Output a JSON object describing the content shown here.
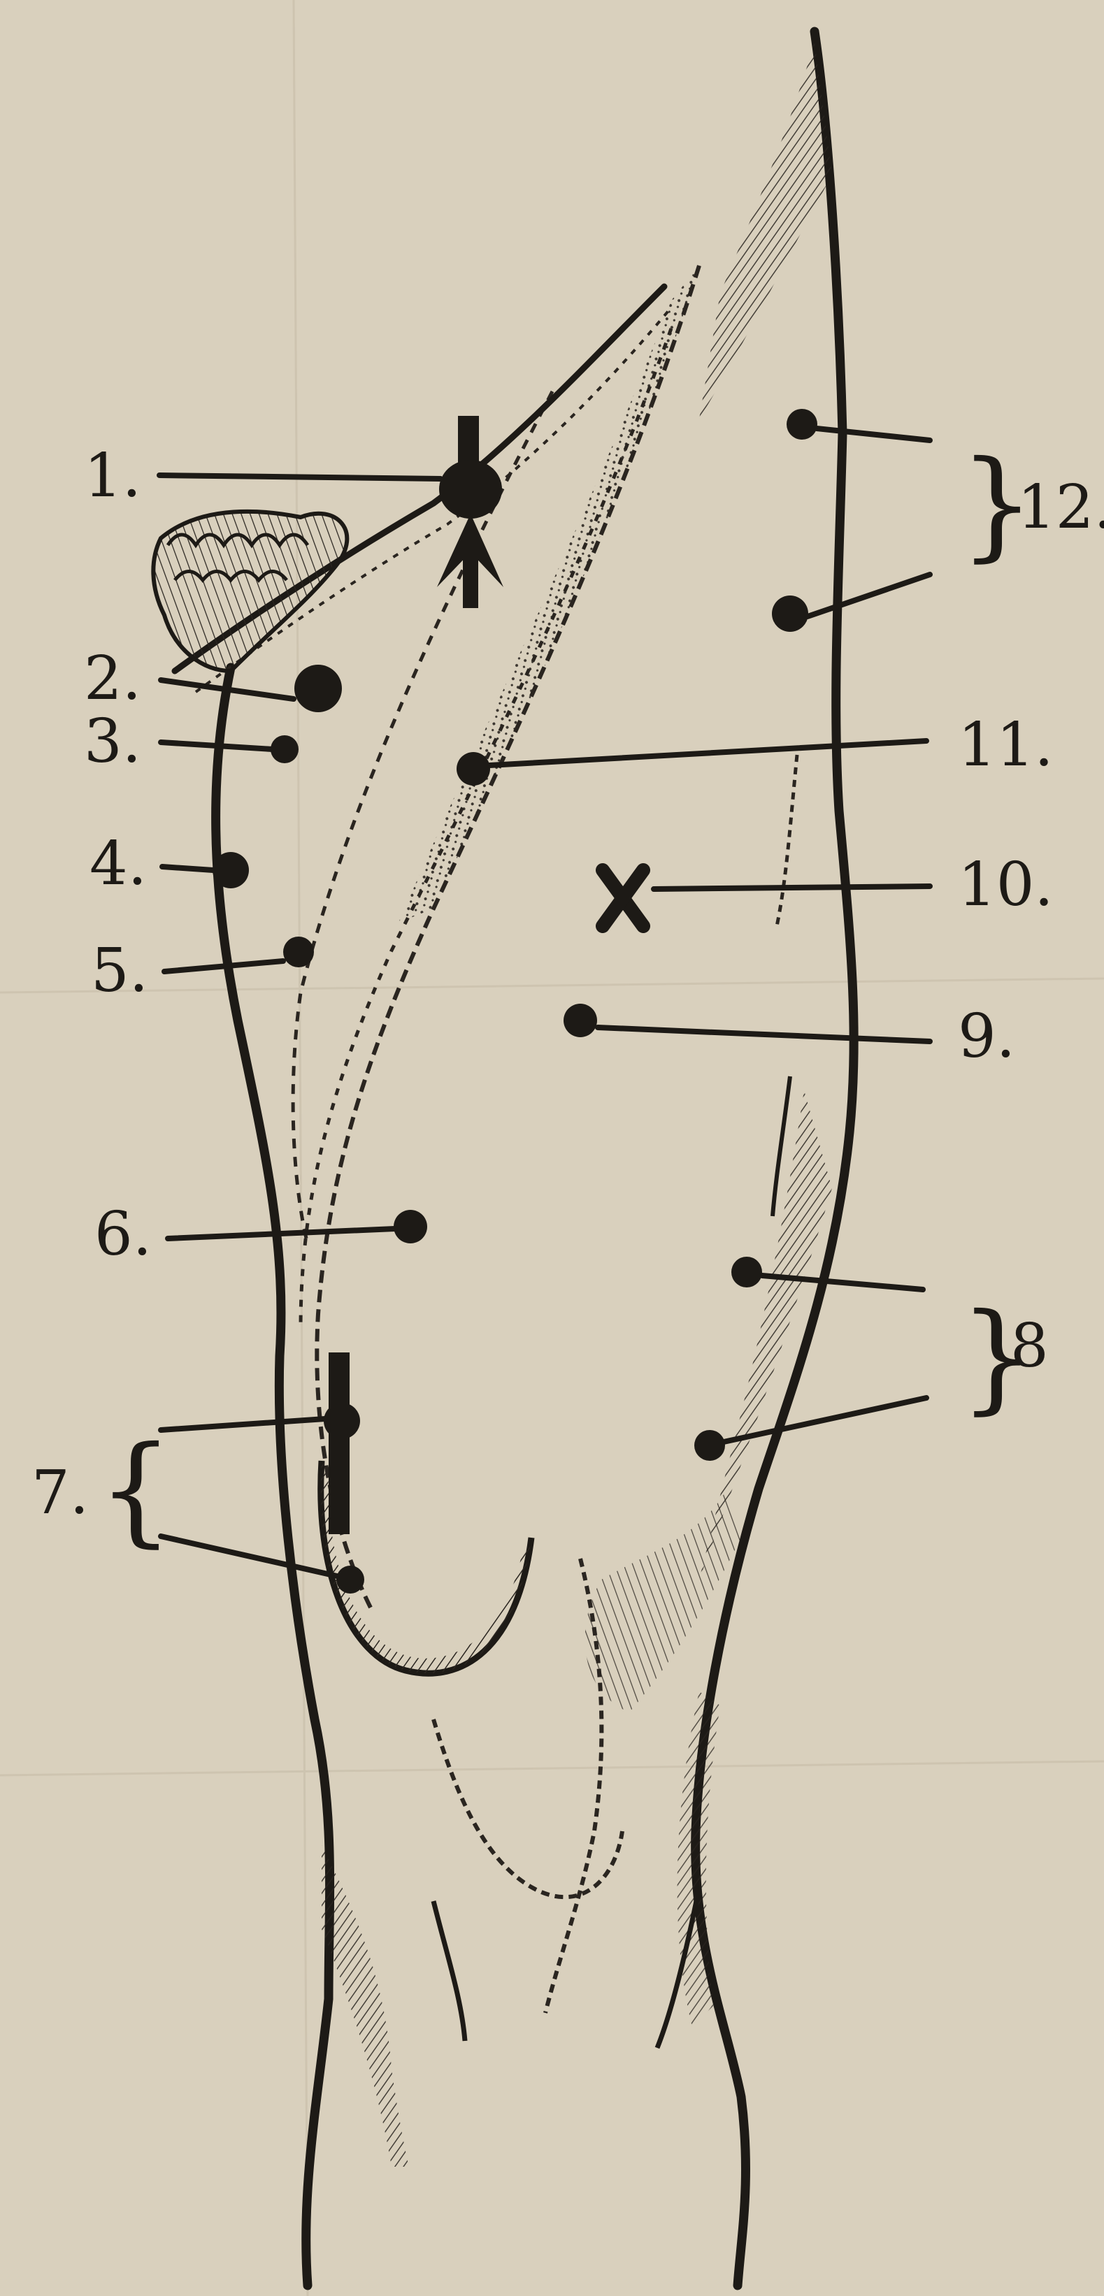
{
  "figure": {
    "description_free": true,
    "palette": {
      "paper": "#d9d0bd",
      "ink": "#1d1a16",
      "hatch": "#2a2520"
    },
    "labels": {
      "l1": "1.",
      "l2": "2.",
      "l3": "3.",
      "l4": "4.",
      "l5": "5.",
      "l6": "6.",
      "l7": "7.",
      "l8": "8",
      "l9": "9.",
      "l10": "10.",
      "l11": "11.",
      "l12": "12."
    }
  }
}
